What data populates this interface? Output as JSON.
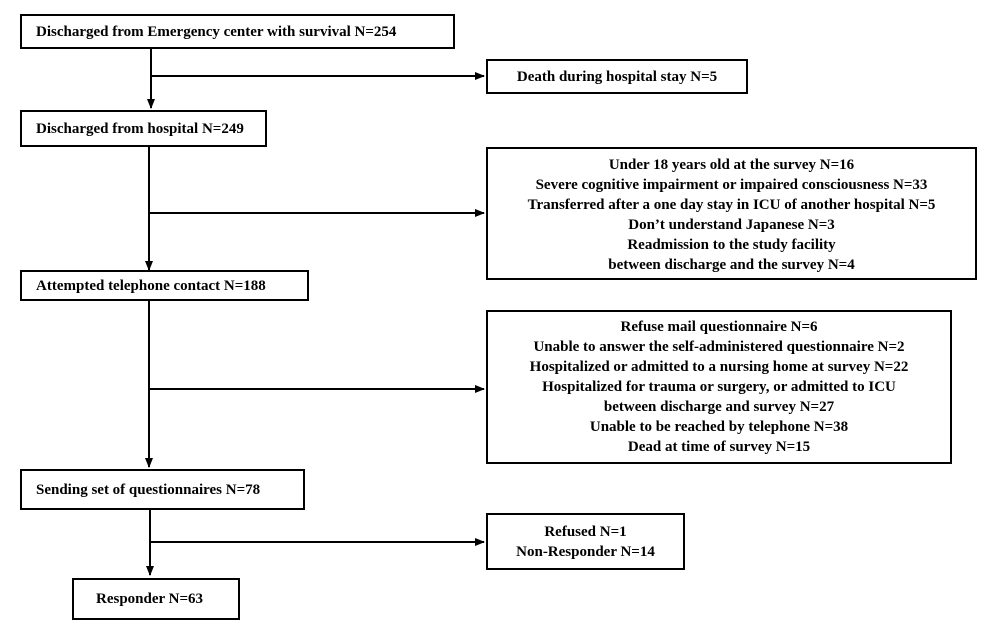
{
  "main_steps": [
    "Discharged from Emergency center with survival  N=254",
    "Discharged from hospital  N=249",
    "Attempted telephone contact  N=188",
    "Sending set of questionnaires  N=78",
    "Responder  N=63"
  ],
  "exclusions": [
    {
      "lines": [
        "Death during hospital stay N=5"
      ]
    },
    {
      "lines": [
        "Under 18 years old at the survey  N=16",
        "Severe cognitive impairment or impaired consciousness   N=33",
        "Transferred after a one day stay in ICU of another hospital  N=5",
        "Don’t understand Japanese  N=3",
        "Readmission to the study facility",
        "between discharge and the survey  N=4"
      ]
    },
    {
      "lines": [
        "Refuse mail questionnaire   N=6",
        "Unable to answer the self-administered questionnaire  N=2",
        "Hospitalized or admitted to a nursing home at survey  N=22",
        "Hospitalized for trauma or surgery, or admitted to ICU",
        "between discharge and survey  N=27",
        "Unable to be reached by telephone  N=38",
        "Dead at time of survey  N=15"
      ]
    },
    {
      "lines": [
        "Refused  N=1",
        "Non-Responder N=14"
      ]
    }
  ]
}
